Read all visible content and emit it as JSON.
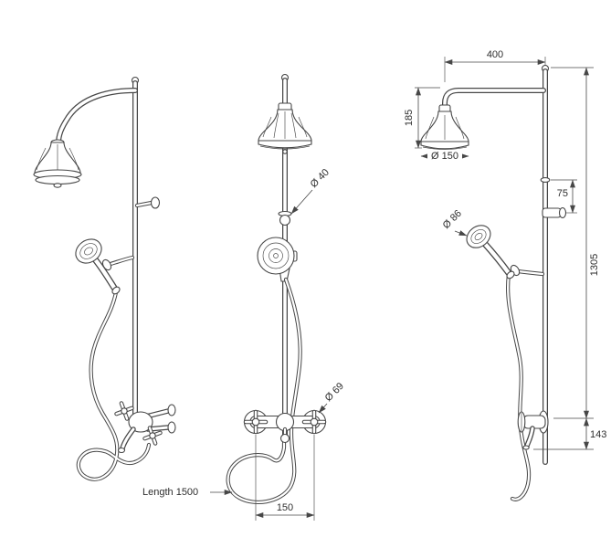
{
  "page": {
    "background": "#ffffff"
  },
  "drawing": {
    "line_color": "#474747",
    "views": {
      "left": "perspective-view",
      "middle": "front-view",
      "right": "side-view"
    },
    "labels": {
      "diverter_diameter": "Ø 40",
      "valve_diameter": "Ø 69",
      "hose_length": "Length 1500",
      "valve_spacing": "150",
      "arm_reach": "400",
      "head_drop": "185",
      "head_diameter": "Ø 150",
      "bracket_offset": "75",
      "handshower_diameter": "Ø 86",
      "column_height": "1305",
      "mixer_offset": "143"
    }
  }
}
